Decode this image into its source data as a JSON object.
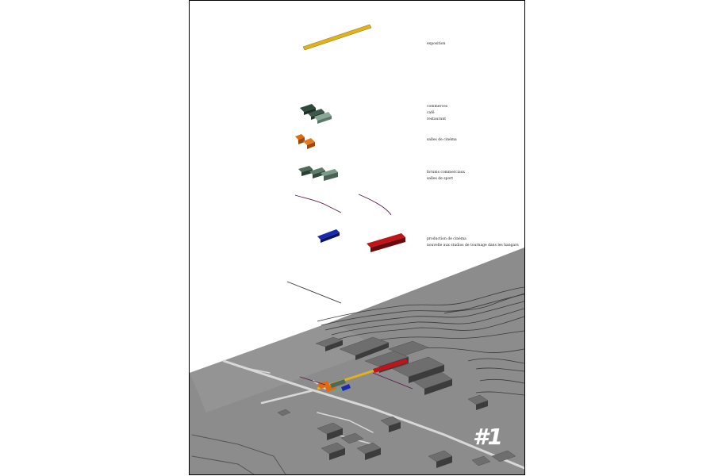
{
  "labels": {
    "exposition": "exposition",
    "commerces": "commerces",
    "cafe": "café",
    "restaurant": "restaurant",
    "salles_cinema": "salles de cinéma",
    "forums": "forums commerciaux",
    "salles_sport": "salles de sport",
    "production": "production de cinéma",
    "nouvelle": "nouvelle aux studios de tournage dans les hangars"
  },
  "badge": "#1",
  "colors": {
    "exposition": "#e2b21a",
    "cinema_block": "#e06a10",
    "commerce_block": "#4c6a58",
    "production_blue": "#1a2ab0",
    "production_red": "#c0141a",
    "terrain": "#8e8e8e"
  }
}
